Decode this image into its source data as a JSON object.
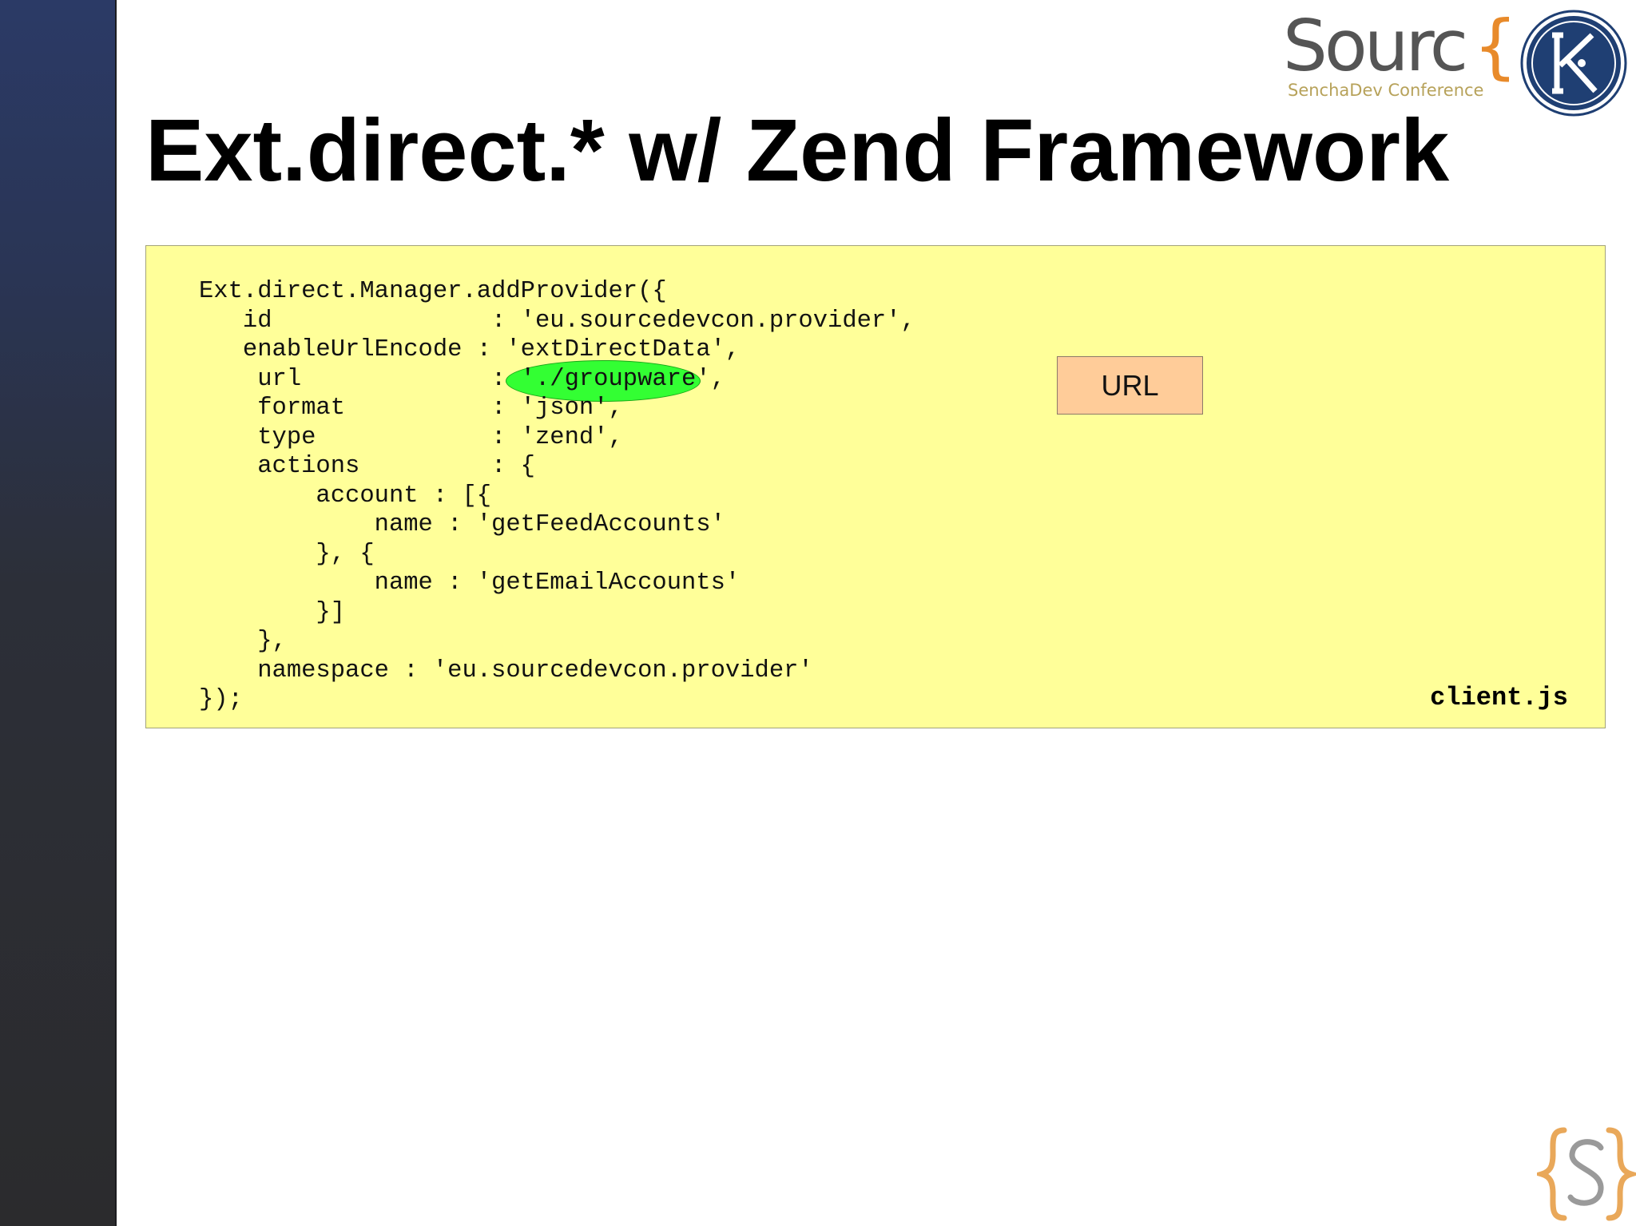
{
  "slide": {
    "title": "Ext.direct.* w/ Zend Framework"
  },
  "branding": {
    "wordmark": "Sourc",
    "wordmark_brace": "{",
    "subtitle": "SenchaDev Conference",
    "seal_icon": "k-seal-icon",
    "footer_icon": "s-brace-icon",
    "colors": {
      "left_bar": "#2b2f3a",
      "brace_orange": "#e88a2a",
      "wordmark_gray": "#555555",
      "seal_navy": "#1f3f73"
    }
  },
  "code_panel": {
    "background": "#ffff99",
    "file_label": "client.js",
    "lines": [
      "Ext.direct.Manager.addProvider({",
      "   id               : 'eu.sourcedevcon.provider',",
      "   enableUrlEncode : 'extDirectData',",
      "    url             : './groupware',",
      "    format          : 'json',",
      "    type            : 'zend',",
      "    actions         : {",
      "        account : [{",
      "            name : 'getFeedAccounts'",
      "        }, {",
      "            name : 'getEmailAccounts'",
      "        }]",
      "    },",
      "    namespace : 'eu.sourcedevcon.provider'",
      "});"
    ]
  },
  "annotation": {
    "callout_label": "URL",
    "highlight_color": "#33ff33",
    "arrow_color": "#99ccff",
    "callout_color": "#ffcc99"
  }
}
